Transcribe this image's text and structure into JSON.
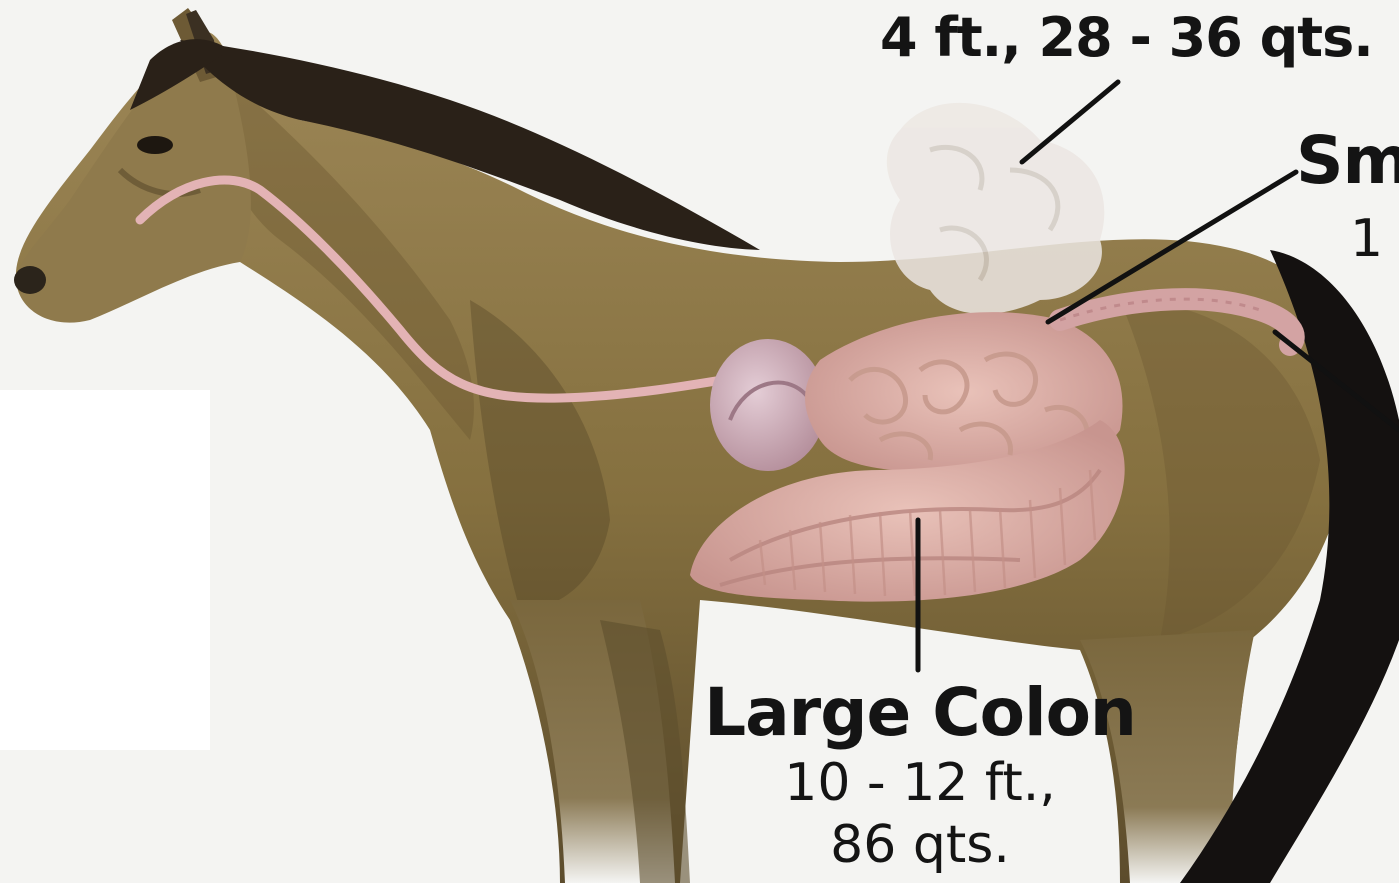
{
  "labels": {
    "cecum": {
      "measure": "4 ft., 28 - 36 qts."
    },
    "large_colon": {
      "name": "Large Colon",
      "length": "10 - 12 ft.,",
      "volume": "86 qts."
    },
    "small_intestine": {
      "name_fragment": "Sm",
      "measure_fragment": "1"
    }
  },
  "colors": {
    "horse_coat": "#8a7549",
    "horse_dark": "#3b3022",
    "mane": "#2a2118",
    "intestine": "#d8a9a6",
    "stomach": "#c9a3b0",
    "cecum_ghost": "#ece7e3",
    "esophagus": "#e3b3b5",
    "pointer_line": "#111111"
  },
  "icons": {
    "horse": "horse-illustration",
    "organs": "digestive-organs"
  }
}
